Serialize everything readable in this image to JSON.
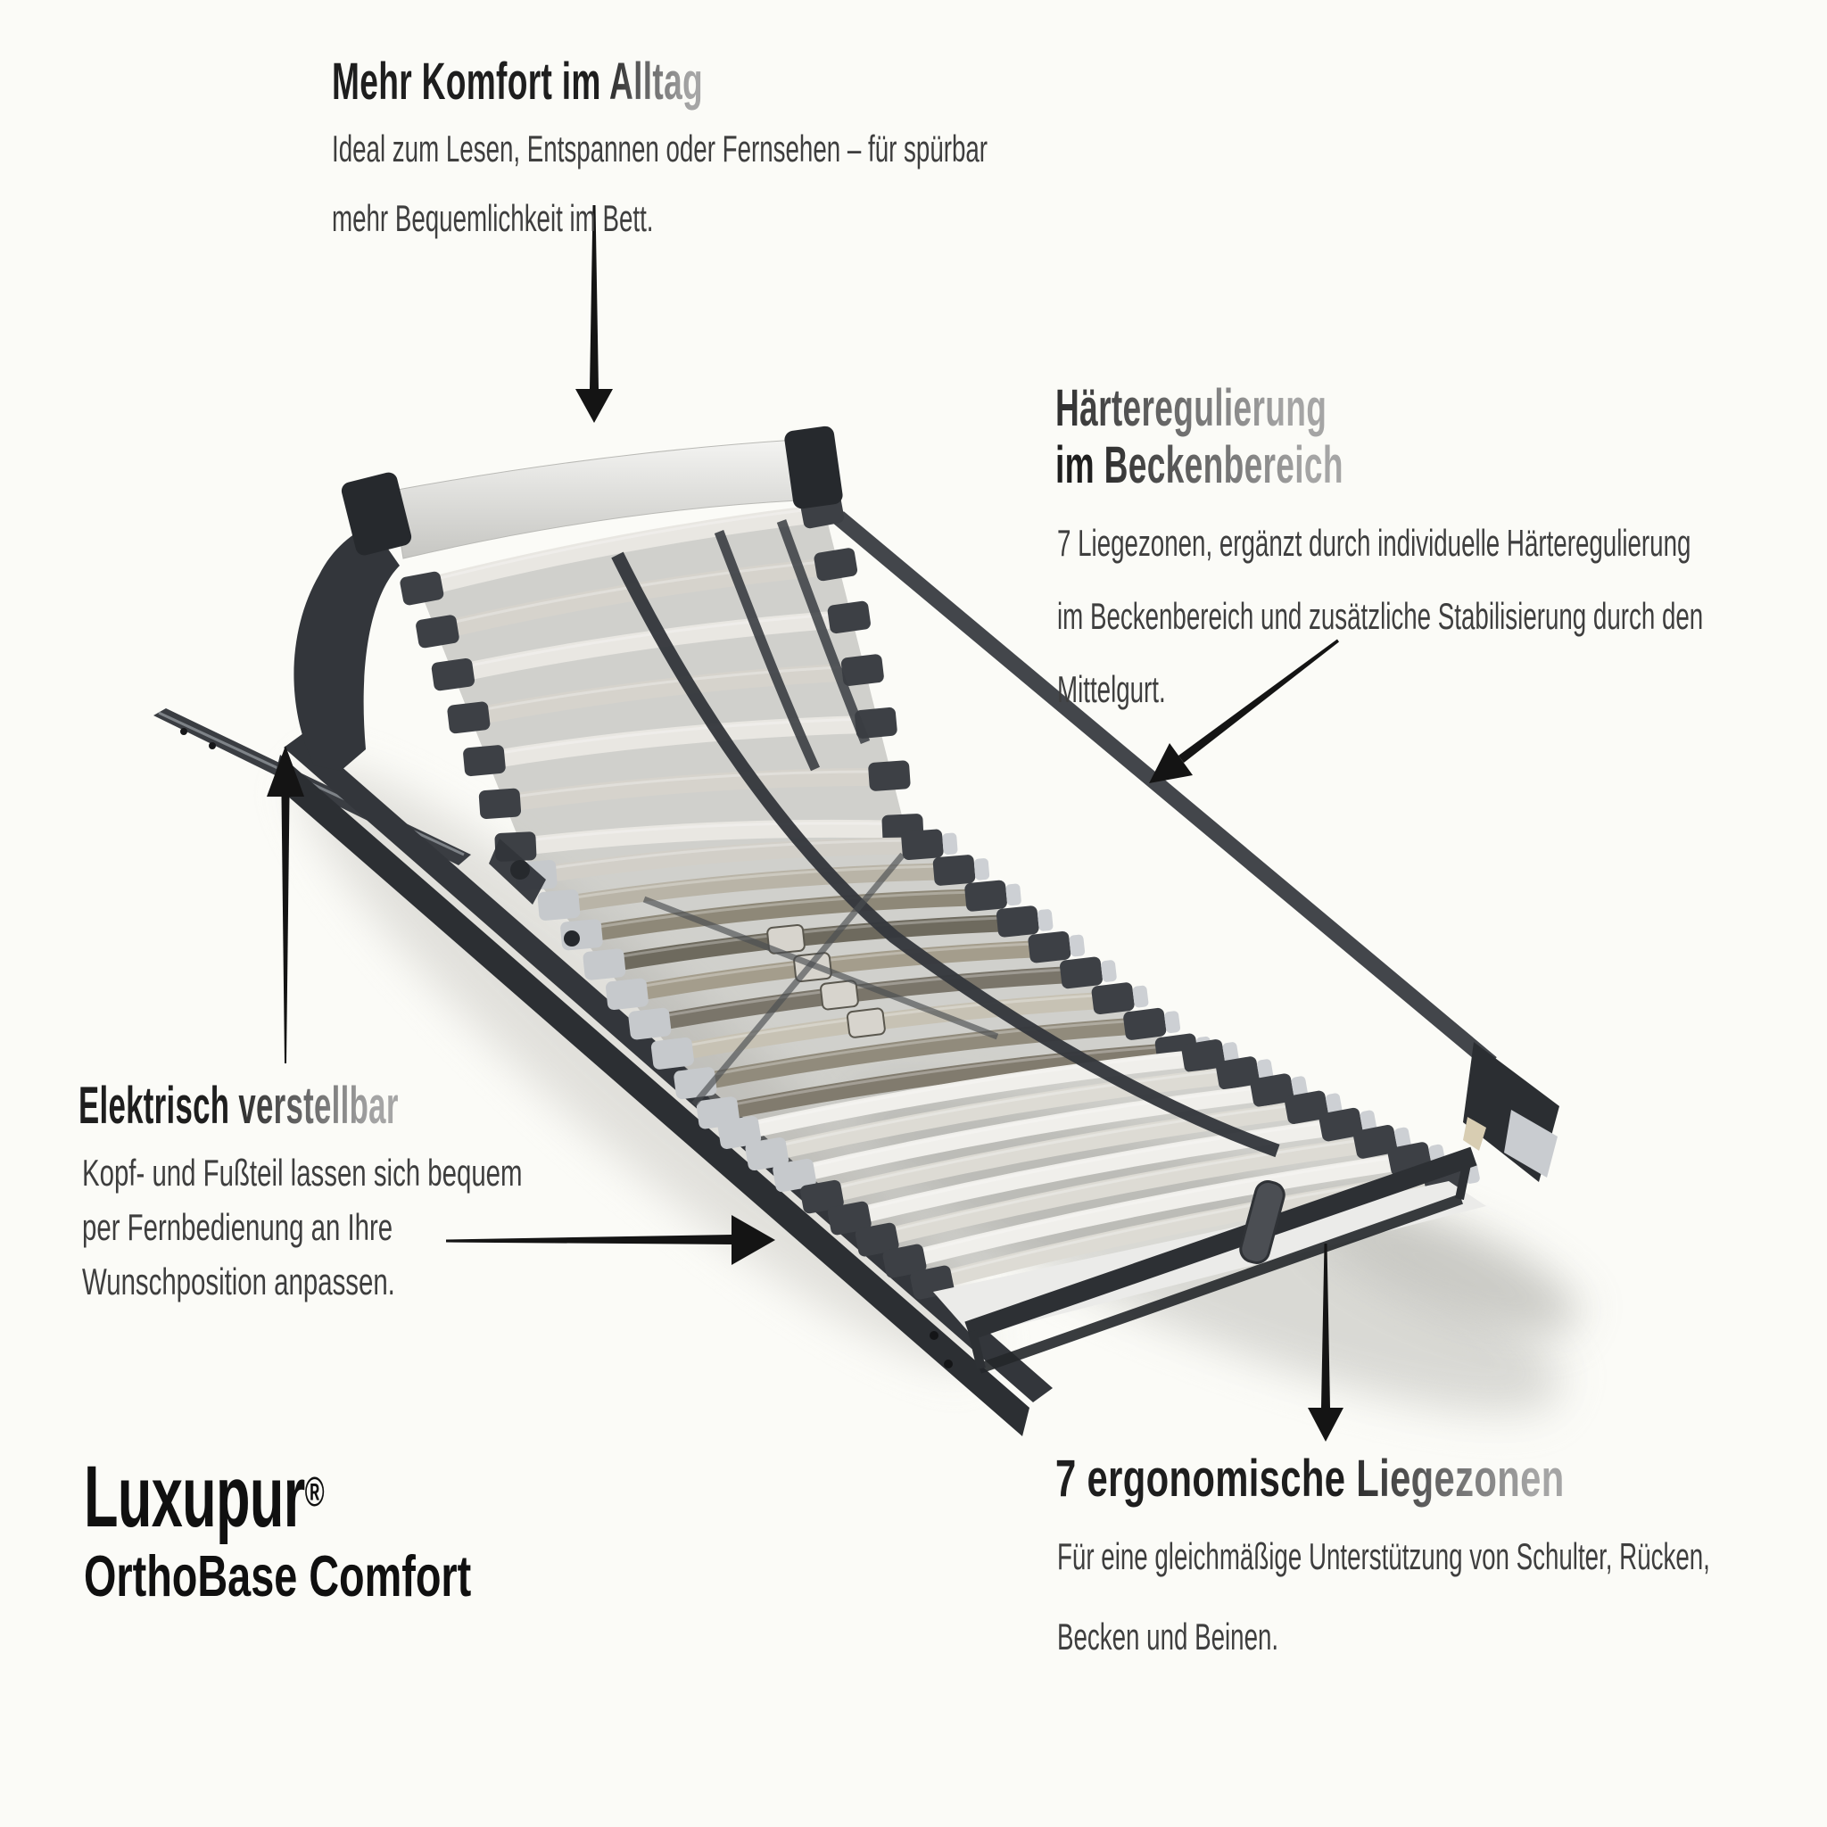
{
  "page": {
    "background": "#fbfbf7"
  },
  "colors": {
    "heading_dark": "#1e1e1e",
    "heading_fade_start": "#2e2e2e",
    "heading_fade_end": "#a5a5a5",
    "body_text": "#3e3e3e",
    "arrow": "#141414",
    "brand_text": "#101010"
  },
  "annotations": {
    "comfort": {
      "heading": [
        {
          "text": "Mehr Komfort im ",
          "style": "dark"
        },
        {
          "text": "Alltag",
          "style": "fade"
        }
      ],
      "body": [
        "Ideal zum Lesen, Entspannen oder Fernsehen – für spürbar",
        "mehr Bequemlichkeit im Bett."
      ]
    },
    "firmness": {
      "heading_line1": [
        {
          "text": "Härteregulierung",
          "style": "fade"
        }
      ],
      "heading_line2": [
        {
          "text": "im ",
          "style": "dark"
        },
        {
          "text": "Beckenbereich",
          "style": "fade"
        }
      ],
      "body": [
        "7 Liegezonen, ergänzt durch individuelle Härteregulierung",
        "im Beckenbereich und zusätzliche Stabilisierung durch den",
        "Mittelgurt."
      ]
    },
    "electric": {
      "heading": [
        {
          "text": "Elektrisch ",
          "style": "dark"
        },
        {
          "text": "verstellbar",
          "style": "fade"
        }
      ],
      "body": [
        "Kopf- und Fußteil lassen sich bequem",
        "per Fernbedienung an Ihre",
        "Wunschposition anpassen."
      ]
    },
    "zones": {
      "heading": [
        {
          "text": "7 ergonomische ",
          "style": "dark"
        },
        {
          "text": "Liegezonen",
          "style": "fade"
        }
      ],
      "body": [
        "Für eine gleichmäßige Unterstützung von Schulter, Rücken,",
        "Becken und Beinen."
      ]
    }
  },
  "brand": {
    "name": "Luxupur",
    "registered": "®",
    "model": "OrthoBase Comfort"
  },
  "illustration": {
    "frame_color": "#33363b",
    "frame_face_color": "#2c2f33",
    "rail_highlight": "#90959a",
    "headbar_light": "#f2f2f0",
    "headbar_dark": "#c9c9c5",
    "cap_color": "#26292d",
    "holder_dark": "#3d4045",
    "holder_light": "#c6c9cc",
    "slat_cap_light": "#cdd0d4",
    "belt_color": "#34373c",
    "sleeve_color": "#d7d4cd",
    "shadow_color": "#d9d9d4",
    "underside_color": "#ebebe9",
    "slat_colors_head": [
      "#e9e7e2",
      "#d6d3cc"
    ],
    "slat_colors_mid": [
      "#d2cfc8",
      "#b9b4a7",
      "#8e8878",
      "#6e6a5e",
      "#a49d8c",
      "#7a756a",
      "#c7c2b4",
      "#918b7c",
      "#817b6e"
    ],
    "slat_colors_foot": [
      "#f0efeb",
      "#dddbd4"
    ]
  }
}
